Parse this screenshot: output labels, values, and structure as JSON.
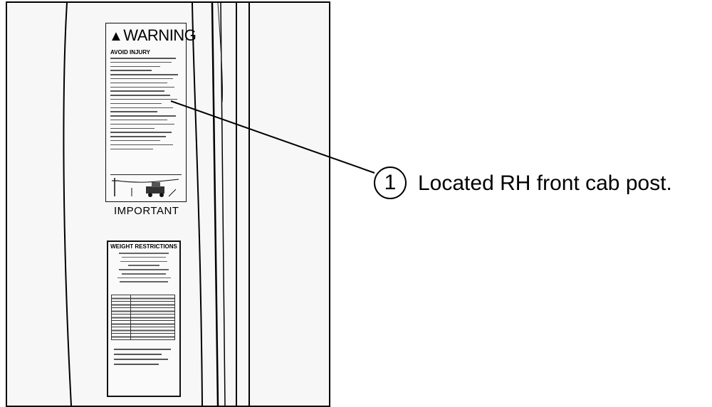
{
  "figure": {
    "warning_decal": {
      "heading": "WARNING",
      "subheading": "AVOID INJURY"
    },
    "important_label": "IMPORTANT",
    "important_decal": {
      "heading": "WEIGHT RESTRICTIONS"
    },
    "callout": {
      "number": "1",
      "text": "Located RH front cab post."
    }
  }
}
